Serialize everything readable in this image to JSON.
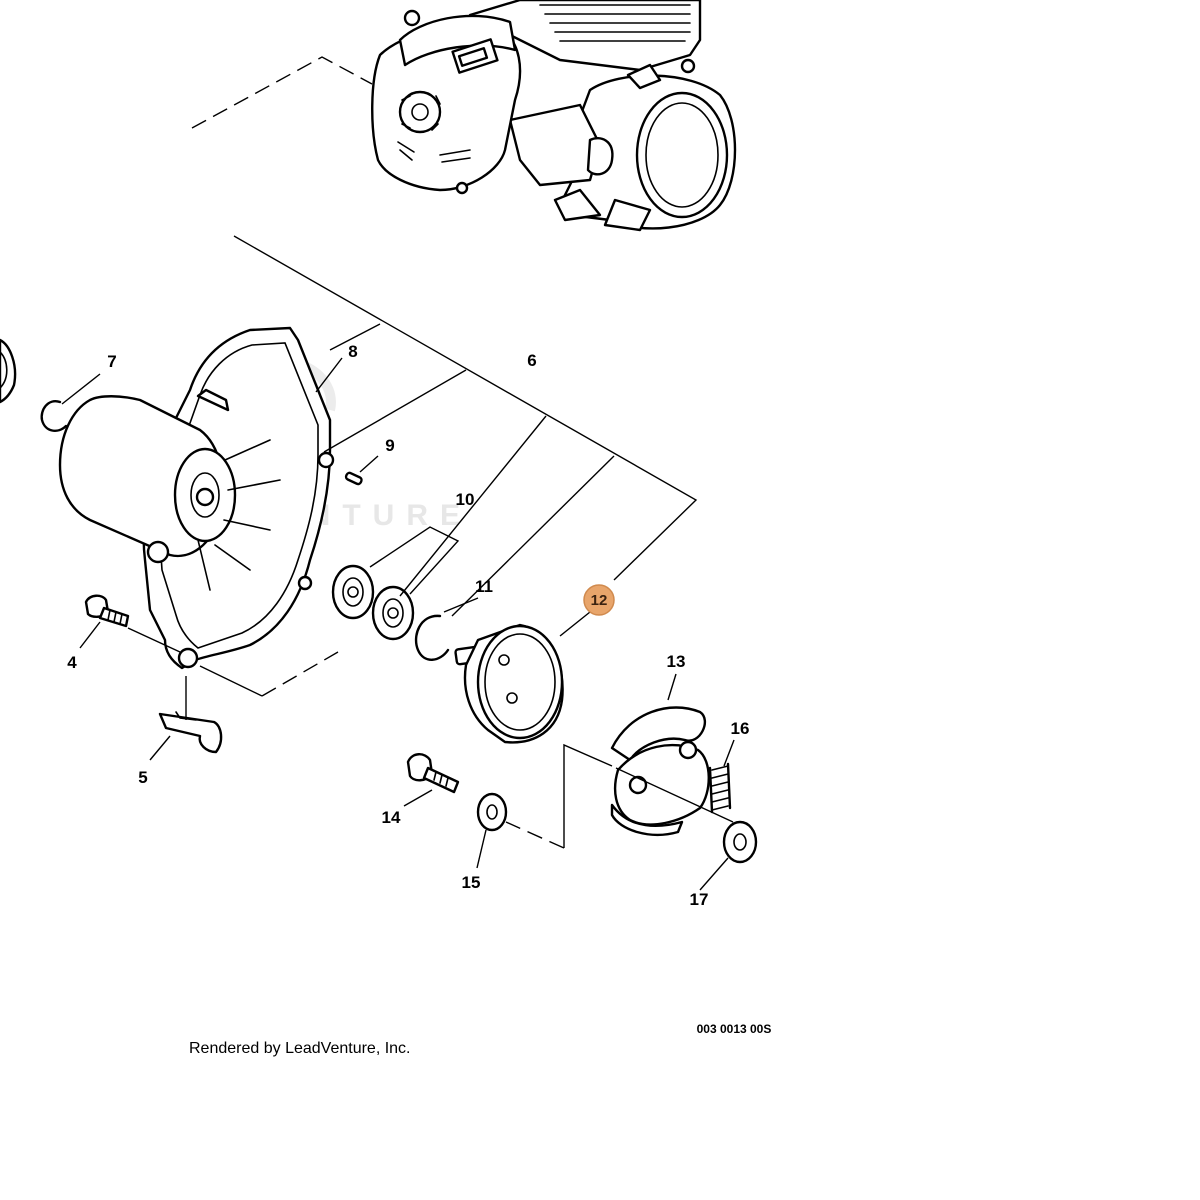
{
  "diagram": {
    "watermark": "LEADVENTURE",
    "drawing_code": "003 0013 00S",
    "credit": "Rendered by LeadVenture, Inc.",
    "highlight_color": "#e8a56b",
    "callouts": [
      {
        "id": "4",
        "label": "4"
      },
      {
        "id": "5",
        "label": "5"
      },
      {
        "id": "6",
        "label": "6"
      },
      {
        "id": "7",
        "label": "7"
      },
      {
        "id": "8",
        "label": "8"
      },
      {
        "id": "9",
        "label": "9"
      },
      {
        "id": "10",
        "label": "10"
      },
      {
        "id": "11",
        "label": "11"
      },
      {
        "id": "12",
        "label": "12",
        "highlighted": true
      },
      {
        "id": "13",
        "label": "13"
      },
      {
        "id": "14",
        "label": "14"
      },
      {
        "id": "15",
        "label": "15"
      },
      {
        "id": "16",
        "label": "16"
      },
      {
        "id": "17",
        "label": "17"
      }
    ]
  }
}
